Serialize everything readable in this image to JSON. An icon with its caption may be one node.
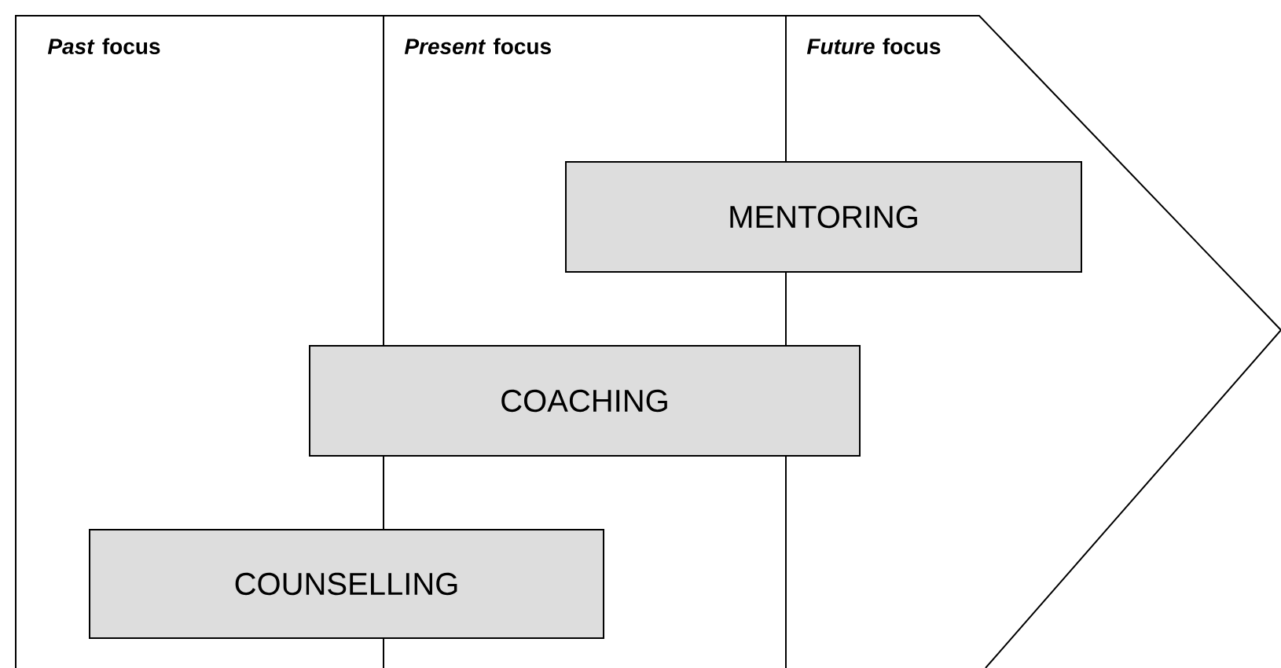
{
  "diagram": {
    "nodes": [
      {
        "text": [
          "MENTORING"
        ]
      },
      {
        "text": [
          "COACHING"
        ]
      },
      {
        "text": [
          "COUNSELLING"
        ]
      }
    ],
    "labels": [
      "*Past* focus",
      "*Present* focus",
      "*Future* focus"
    ]
  }
}
